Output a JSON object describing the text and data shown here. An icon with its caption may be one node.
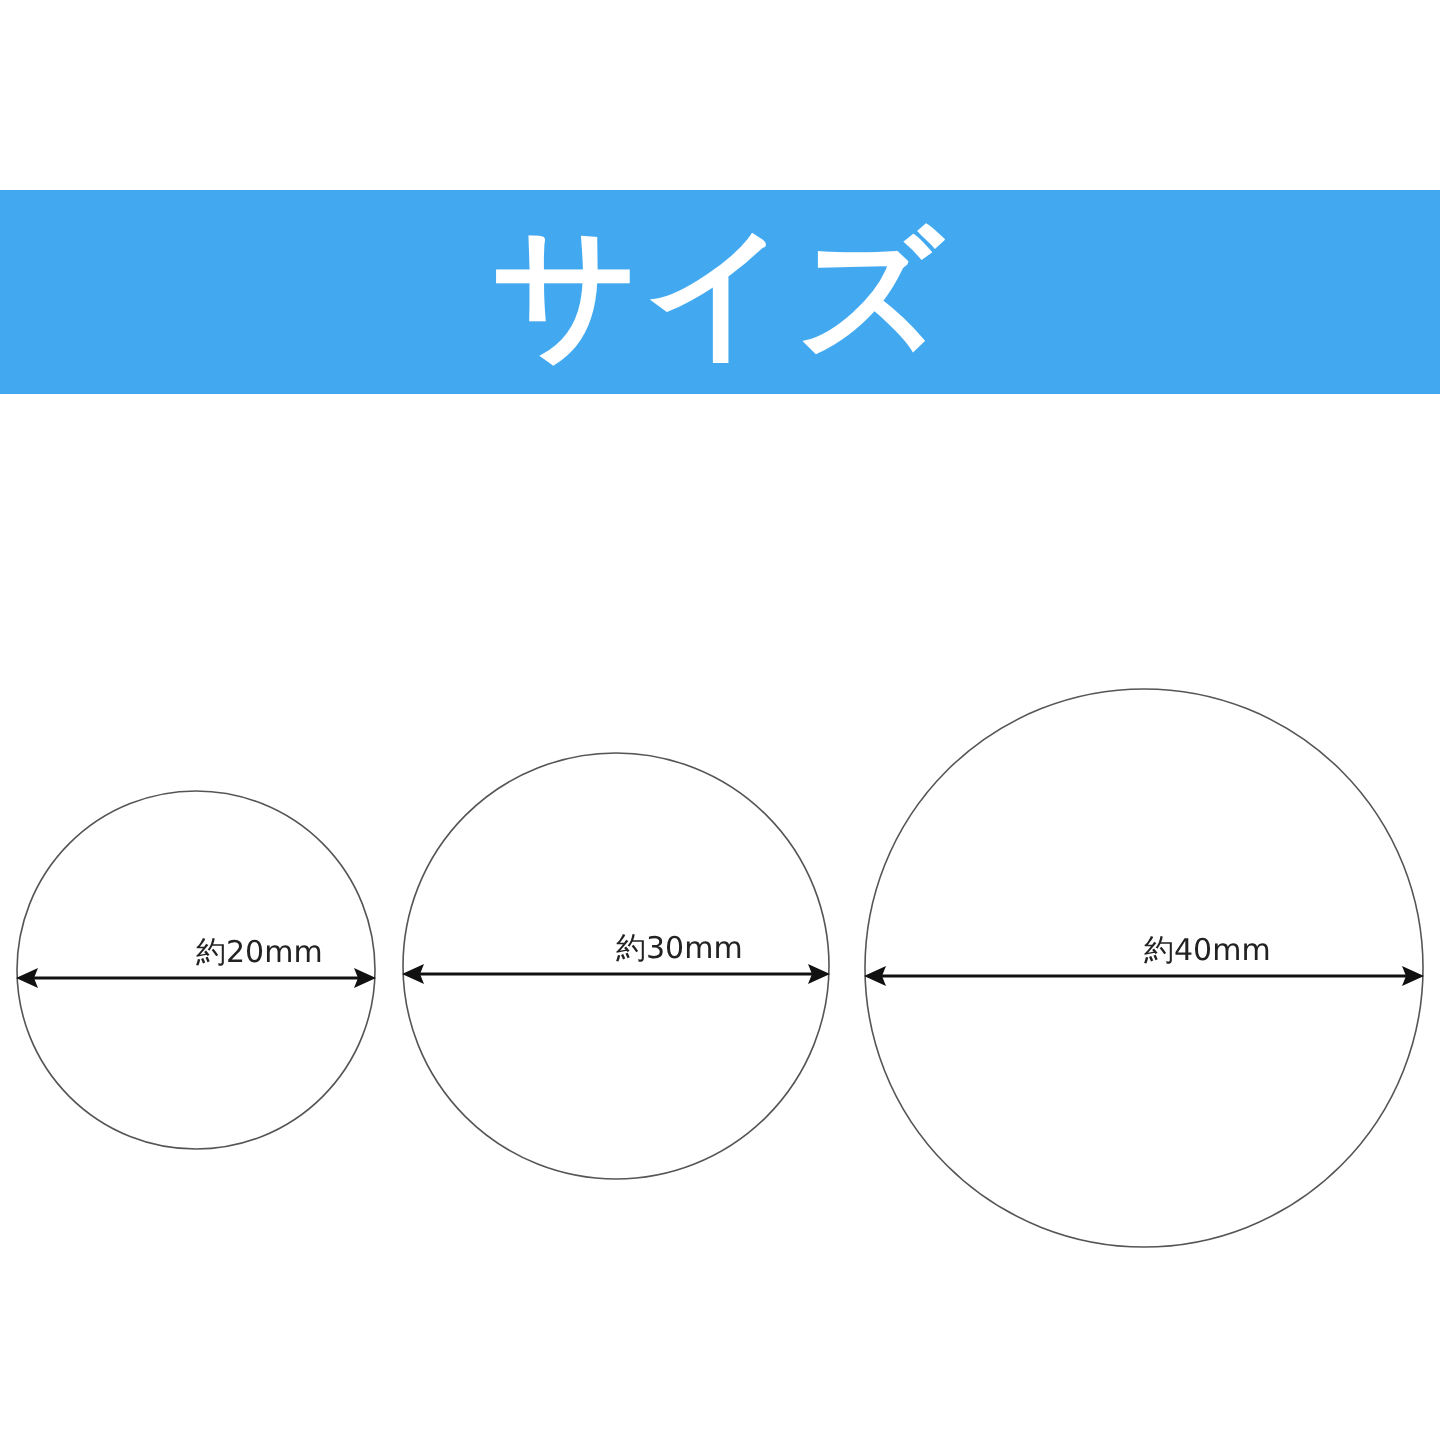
{
  "diagram": {
    "title": "サイズ",
    "nodes": [
      {
        "text": [
          "約20mm"
        ]
      },
      {
        "text": [
          "約30mm"
        ]
      },
      {
        "text": [
          "約40mm"
        ]
      }
    ]
  }
}
